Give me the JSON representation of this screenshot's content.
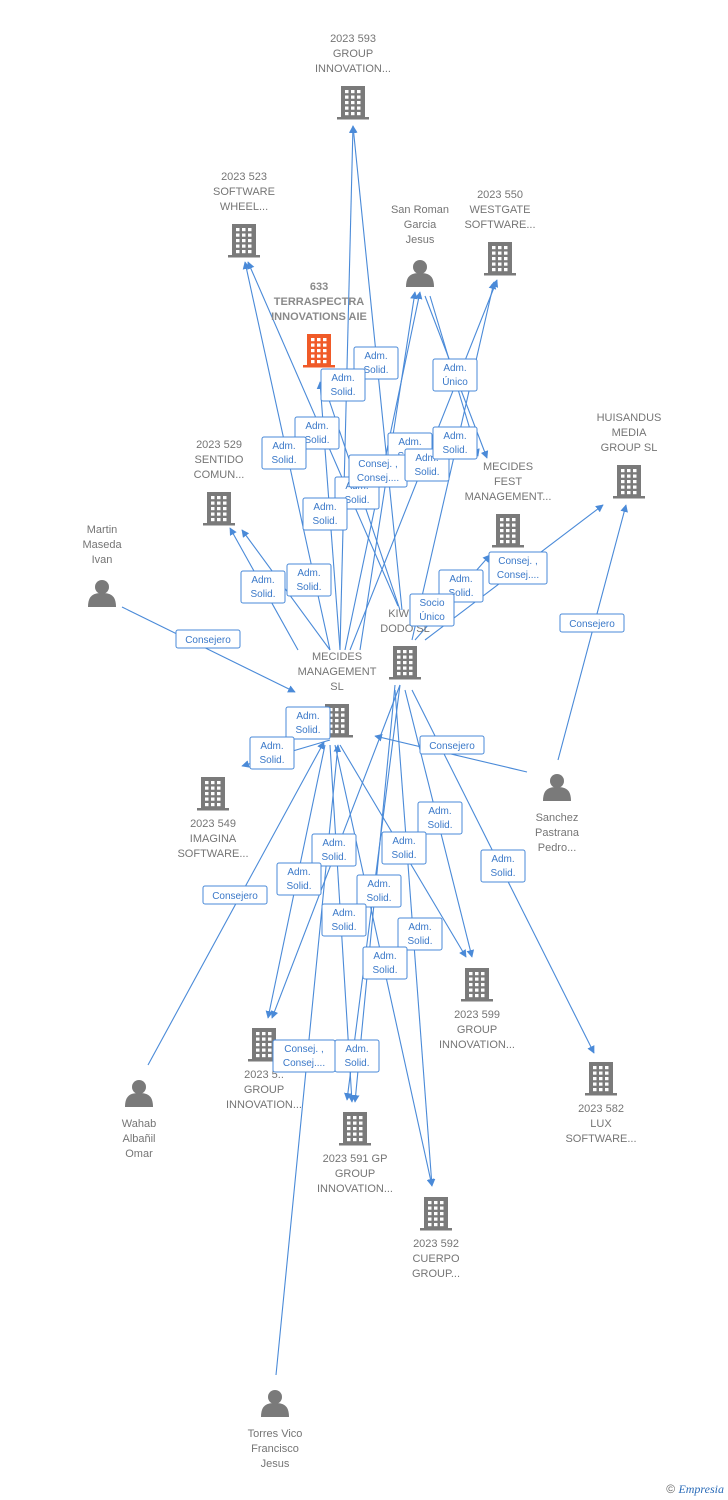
{
  "colors": {
    "edge": "#4a8ad8",
    "building": "#7a7a7a",
    "focus_building": "#f05a28",
    "person": "#7a7a7a"
  },
  "nodes": [
    {
      "id": "n593",
      "type": "company",
      "lines": [
        "2023 593",
        "GROUP",
        "INNOVATION..."
      ]
    },
    {
      "id": "n523",
      "type": "company",
      "lines": [
        "2023 523",
        "SOFTWARE",
        "WHEEL..."
      ]
    },
    {
      "id": "nsanroman",
      "type": "person",
      "lines": [
        "San Roman",
        "Garcia",
        "Jesus"
      ]
    },
    {
      "id": "n550",
      "type": "company",
      "lines": [
        "2023 550",
        "WESTGATE",
        "SOFTWARE..."
      ]
    },
    {
      "id": "n633",
      "type": "company",
      "focus": true,
      "lines": [
        "633",
        "TERRASPECTRA",
        "INNOVATIONS AIE"
      ]
    },
    {
      "id": "nhuisandus",
      "type": "company",
      "lines": [
        "HUISANDUS",
        "MEDIA",
        "GROUP  SL"
      ]
    },
    {
      "id": "n529",
      "type": "company",
      "lines": [
        "2023 529",
        "SENTIDO",
        "COMUN..."
      ]
    },
    {
      "id": "nfest",
      "type": "company",
      "lines": [
        "MECIDES",
        "FEST",
        "MANAGEMENT..."
      ]
    },
    {
      "id": "nmartin",
      "type": "person",
      "lines": [
        "Martin",
        "Maseda",
        "Ivan"
      ]
    },
    {
      "id": "nkiwi",
      "type": "company",
      "lines": [
        "KIWI A",
        "DODO SL"
      ]
    },
    {
      "id": "nmecides",
      "type": "company",
      "lines": [
        "MECIDES",
        "MANAGEMENT",
        "SL"
      ]
    },
    {
      "id": "nsanchez",
      "type": "person",
      "lines": [
        "Sanchez",
        "Pastrana",
        "Pedro..."
      ]
    },
    {
      "id": "n549",
      "type": "company",
      "lines": [
        "2023 549",
        "IMAGINA",
        "SOFTWARE..."
      ]
    },
    {
      "id": "n599",
      "type": "company",
      "lines": [
        "2023 599",
        "GROUP",
        "INNOVATION..."
      ]
    },
    {
      "id": "n5xx",
      "type": "company",
      "lines": [
        "2023 5..",
        "GROUP",
        "INNOVATION..."
      ]
    },
    {
      "id": "n582",
      "type": "company",
      "lines": [
        "2023 582",
        "LUX",
        "SOFTWARE..."
      ]
    },
    {
      "id": "nwahab",
      "type": "person",
      "lines": [
        "Wahab",
        "Albañil",
        "Omar"
      ]
    },
    {
      "id": "n591",
      "type": "company",
      "lines": [
        "2023 591 GP",
        "GROUP",
        "INNOVATION..."
      ]
    },
    {
      "id": "n592",
      "type": "company",
      "lines": [
        "2023 592",
        "CUERPO",
        "GROUP..."
      ]
    },
    {
      "id": "ntorres",
      "type": "person",
      "lines": [
        "Torres Vico",
        "Francisco",
        "Jesus"
      ]
    }
  ],
  "edge_labels": [
    {
      "lines": [
        "Adm.",
        "Solid."
      ]
    },
    {
      "lines": [
        "Adm.",
        "Solid."
      ]
    },
    {
      "lines": [
        "Adm.",
        "Único"
      ]
    },
    {
      "lines": [
        "Adm.",
        "Solid."
      ]
    },
    {
      "lines": [
        "Adm.",
        "Solid."
      ]
    },
    {
      "lines": [
        "Adm.",
        "Solid."
      ]
    },
    {
      "lines": [
        "Adm.",
        "Solid."
      ]
    },
    {
      "lines": [
        "Consej. ,",
        "Consej...."
      ]
    },
    {
      "lines": [
        "Adm.",
        "Solid."
      ]
    },
    {
      "lines": [
        "Adm.",
        "Solid."
      ]
    },
    {
      "lines": [
        "Adm.",
        "Solid."
      ]
    },
    {
      "lines": [
        "Adm.",
        "Solid."
      ]
    },
    {
      "lines": [
        "Adm.",
        "Solid."
      ]
    },
    {
      "lines": [
        "Consej. ,",
        "Consej...."
      ]
    },
    {
      "lines": [
        "Adm.",
        "Solid."
      ]
    },
    {
      "lines": [
        "Socio",
        "Único"
      ]
    },
    {
      "lines": [
        "Consejero"
      ]
    },
    {
      "lines": [
        "Consejero"
      ]
    },
    {
      "lines": [
        "Adm.",
        "Solid."
      ]
    },
    {
      "lines": [
        "Adm.",
        "Solid."
      ]
    },
    {
      "lines": [
        "Consejero"
      ]
    },
    {
      "lines": [
        "Adm.",
        "Solid."
      ]
    },
    {
      "lines": [
        "Adm.",
        "Solid."
      ]
    },
    {
      "lines": [
        "Adm.",
        "Solid."
      ]
    },
    {
      "lines": [
        "Adm.",
        "Solid."
      ]
    },
    {
      "lines": [
        "Adm.",
        "Solid."
      ]
    },
    {
      "lines": [
        "Adm.",
        "Solid."
      ]
    },
    {
      "lines": [
        "Adm.",
        "Solid."
      ]
    },
    {
      "lines": [
        "Adm.",
        "Solid."
      ]
    },
    {
      "lines": [
        "Consejero"
      ]
    },
    {
      "lines": [
        "Adm.",
        "Solid."
      ]
    },
    {
      "lines": [
        "Adm.",
        "Solid."
      ]
    },
    {
      "lines": [
        "Consej. ,",
        "Consej...."
      ]
    }
  ],
  "footer": {
    "copyright": "©",
    "brand": "Empresia"
  }
}
